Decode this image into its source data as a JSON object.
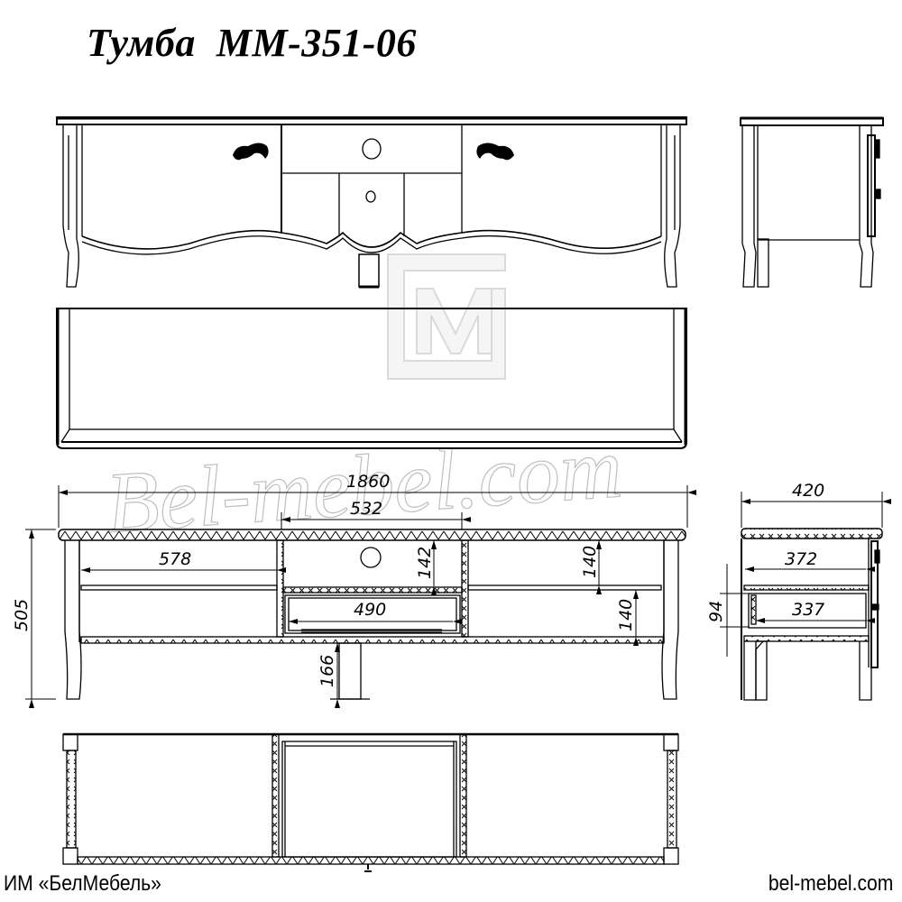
{
  "title": "Тумба  ММ-351-06",
  "footer": {
    "company": "ИМ «БелМебель»",
    "website": "bel-mebel.com"
  },
  "watermark": {
    "logo_letter": "M",
    "text": "Bel-mebel.com"
  },
  "views": {
    "front": {
      "label": "front-elevation"
    },
    "side": {
      "label": "side-elevation"
    },
    "top": {
      "label": "top-view"
    },
    "front_section": {
      "label": "front-section"
    },
    "side_section": {
      "label": "side-section"
    },
    "plan_section": {
      "label": "plan-section"
    }
  },
  "dimensions": {
    "overall_width": "1860",
    "center_section_width": "532",
    "left_shelf_width": "578",
    "drawer_top_height": "142",
    "right_upper_height": "140",
    "right_lower_height": "140",
    "drawer_width": "490",
    "overall_height": "505",
    "leg_clearance": "166",
    "overall_depth": "420",
    "inner_depth": "372",
    "drawer_depth": "337",
    "drawer_height": "94"
  },
  "colors": {
    "line": "#000000",
    "watermark": "#c8c8c8",
    "background": "#ffffff"
  }
}
